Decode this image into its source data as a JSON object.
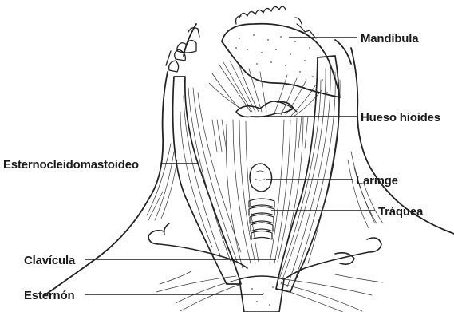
{
  "labels": [
    {
      "id": "mandibula",
      "text": "Mandíbula"
    },
    {
      "id": "hioides",
      "text": "Hueso hioides"
    },
    {
      "id": "escm",
      "text": "Esternocleidomastoideo"
    },
    {
      "id": "laringe",
      "text": "Laringe"
    },
    {
      "id": "traquea",
      "text": "Tráquea"
    },
    {
      "id": "clavicula",
      "text": "Clavícula"
    },
    {
      "id": "esternon",
      "text": "Esternón"
    }
  ]
}
